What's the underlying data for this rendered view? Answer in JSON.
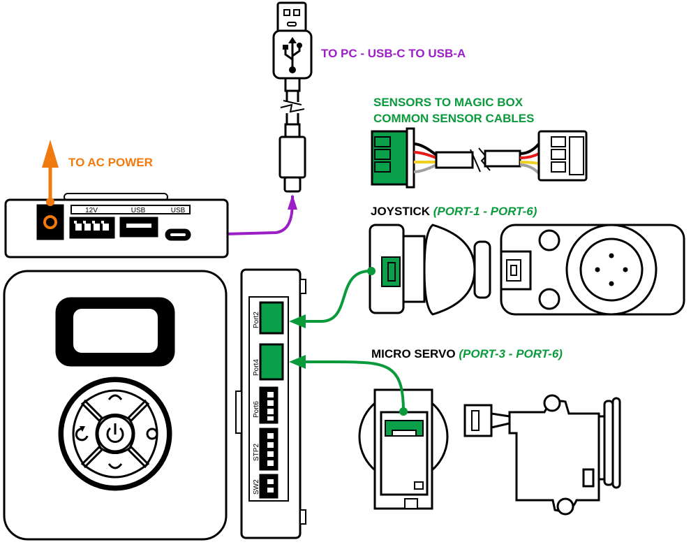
{
  "labels": {
    "pc": "TO PC - USB-C TO USB-A",
    "sensors_line1": "SENSORS TO MAGIC BOX",
    "sensors_line2": "COMMON SENSOR CABLES",
    "ac_power": "TO AC POWER",
    "joystick": "JOYSTICK",
    "joystick_ports": "(PORT-1 - PORT-6)",
    "servo": "MICRO SERVO",
    "servo_ports": "(PORT-3 - PORT-6)"
  },
  "hub_ports": {
    "p12v": "12V",
    "usb_a": "USB",
    "usb_c": "USB"
  },
  "side_ports": {
    "port2": "Port2",
    "port4": "Port4",
    "port6": "Port6",
    "stp2": "STP2",
    "sw2": "SW2"
  },
  "colors": {
    "purple": "#9b1fc4",
    "green": "#0a9a3c",
    "orange": "#f07a10",
    "black": "#000000",
    "connector_green": "#0aa04a",
    "wire_red": "#e51a1a",
    "wire_yellow": "#f2d020",
    "wire_gray": "#a0a0a0"
  },
  "icons": [
    "usb-a-plug-icon",
    "usb-c-plug-icon",
    "power-icon",
    "undo-icon",
    "chevron-up-icon",
    "chevron-down-icon",
    "circle-icon",
    "arrow-up-icon"
  ]
}
